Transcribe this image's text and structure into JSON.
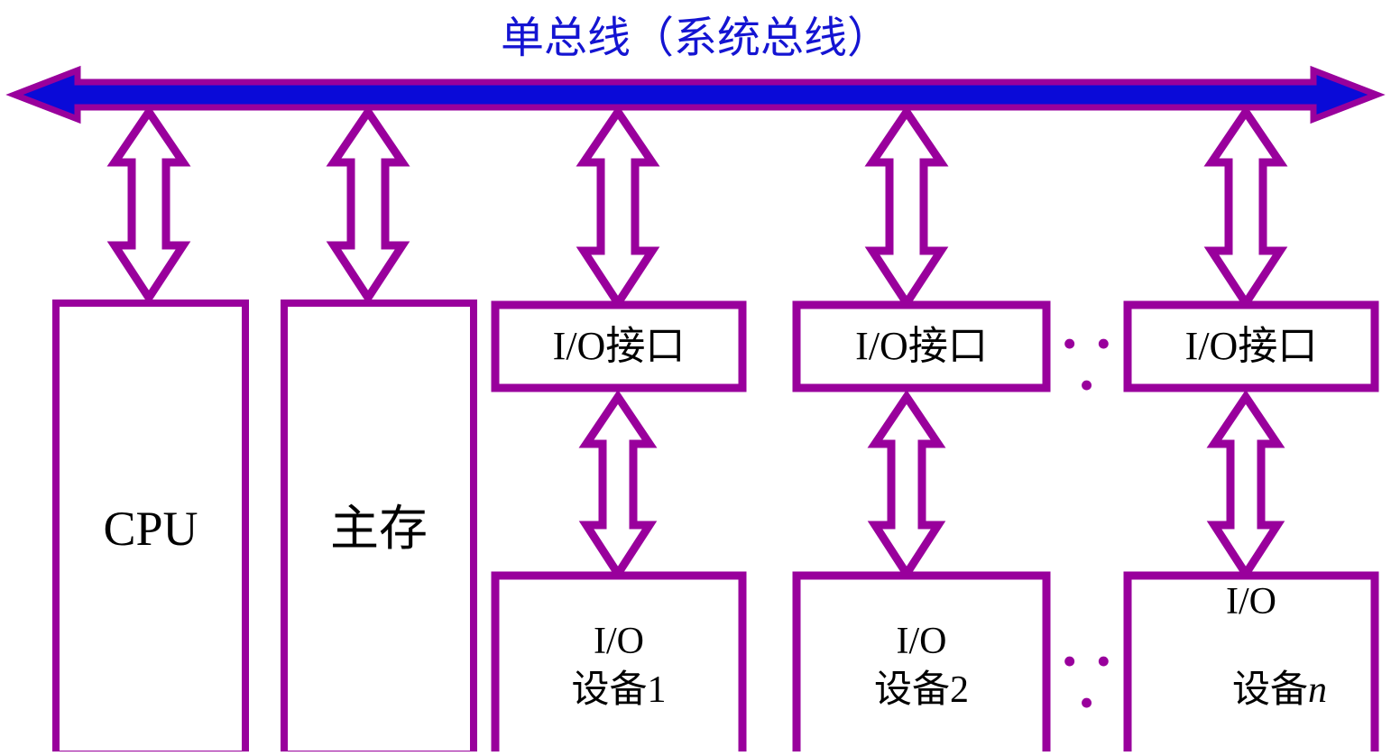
{
  "diagram": {
    "title": "单总线（系统总线）",
    "title_color": "#1414d2",
    "bus_fill": "#0a0ad8",
    "stroke_color": "#99009c",
    "box_fill": "#ffffff",
    "text_color": "#000000",
    "bus_label": "单总线（系统总线）",
    "ellipsis": "• • •"
  },
  "nodes": {
    "cpu": {
      "label": "CPU"
    },
    "main_memory": {
      "label": "主存"
    },
    "io_interface_1": {
      "label": "I/O接口"
    },
    "io_interface_2": {
      "label": "I/O接口"
    },
    "io_interface_n": {
      "label": "I/O接口"
    },
    "io_device_1": {
      "line1": "I/O",
      "line2": "设备1"
    },
    "io_device_2": {
      "line1": "I/O",
      "line2": "设备2"
    },
    "io_device_n": {
      "line1": "I/O",
      "line2_prefix": "设备",
      "line2_suffix": "n"
    }
  },
  "ellipsis": {
    "interface_row": "• • •",
    "device_row": "• • •"
  },
  "connectors": {
    "cpu_to_bus": "双向箭头",
    "memory_to_bus": "双向箭头",
    "interface1_to_bus": "双向箭头",
    "interface2_to_bus": "双向箭头",
    "interfacen_to_bus": "双向箭头",
    "device1_to_interface1": "双向箭头",
    "device2_to_interface2": "双向箭头",
    "devicen_to_interfacen": "双向箭头"
  }
}
